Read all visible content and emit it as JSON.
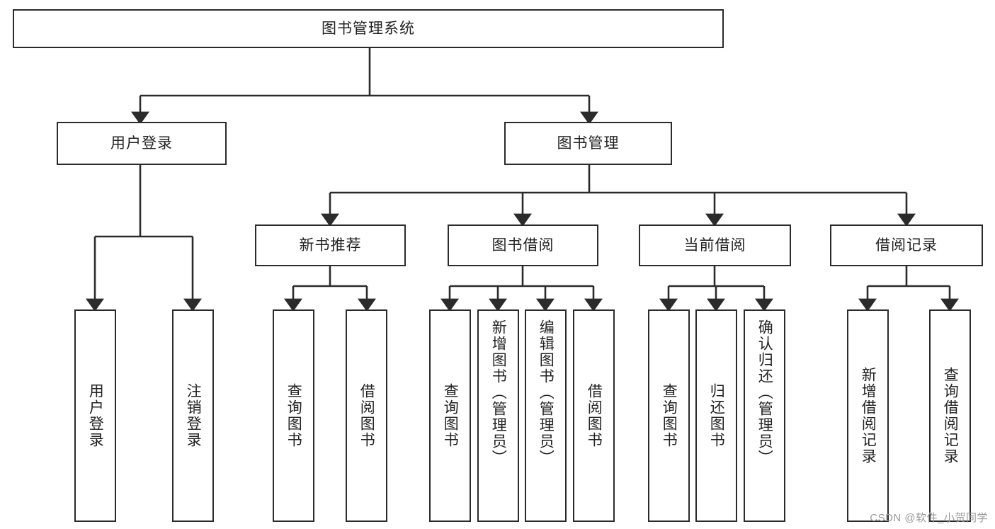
{
  "diagram": {
    "title": "图书管理系统",
    "type": "hierarchy-tree",
    "root": {
      "label": "图书管理系统"
    },
    "level2": [
      {
        "label": "用户登录"
      },
      {
        "label": "图书管理"
      }
    ],
    "level3": [
      {
        "label": "新书推荐"
      },
      {
        "label": "图书借阅"
      },
      {
        "label": "当前借阅"
      },
      {
        "label": "借阅记录"
      }
    ],
    "leaves": {
      "user_login": [
        {
          "label": "用户登录"
        },
        {
          "label": "注销登录"
        }
      ],
      "new_book_recommend": [
        {
          "label": "查询图书"
        },
        {
          "label": "借阅图书"
        }
      ],
      "book_borrow": [
        {
          "label": "查询图书"
        },
        {
          "label": "新增图书（管理员）"
        },
        {
          "label": "编辑图书（管理员）"
        },
        {
          "label": "借阅图书"
        }
      ],
      "current_borrow": [
        {
          "label": "查询图书"
        },
        {
          "label": "归还图书"
        },
        {
          "label": "确认归还（管理员）"
        }
      ],
      "borrow_record": [
        {
          "label": "新增借阅记录"
        },
        {
          "label": "查询借阅记录"
        }
      ]
    }
  },
  "watermark": {
    "text": "CSDN @软件_小贺同学"
  },
  "colors": {
    "border": "#2b2b2b",
    "text": "#232323",
    "background": "#ffffff",
    "watermark": "#9a9a9a"
  }
}
